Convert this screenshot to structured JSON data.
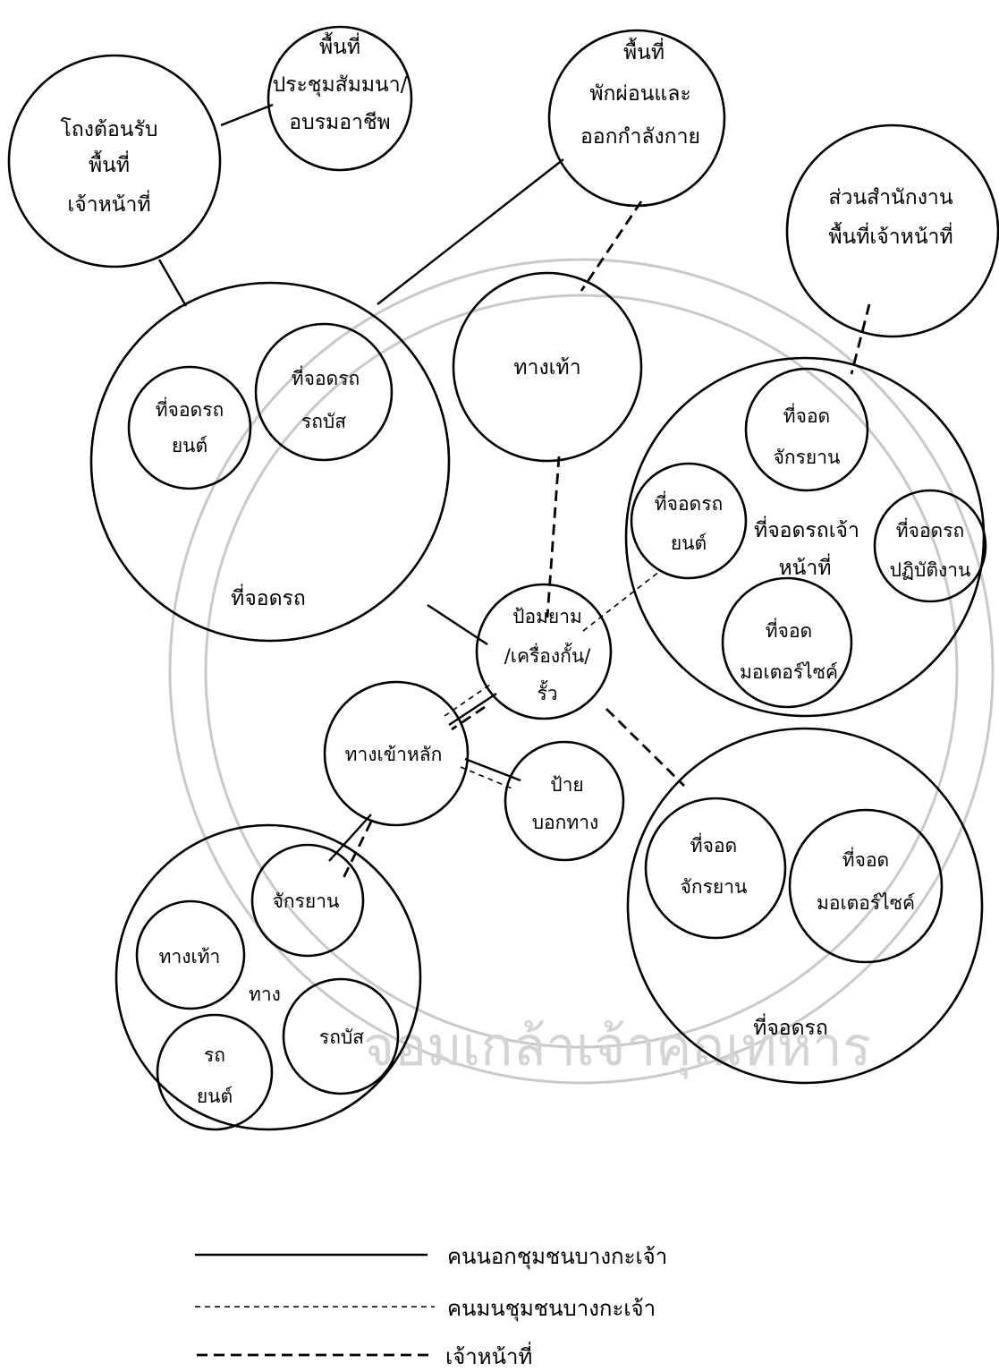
{
  "nodes": {
    "seminar": [
      "พื้นที่",
      "ประชุมสัมมนา/",
      "อบรมอาชีพ"
    ],
    "reception": [
      "โถงต้อนรับ",
      "พื้นที่",
      "เจ้าหน้าที่"
    ],
    "rest": [
      "พื้นที่",
      "พักผ่อนและ",
      "ออกกำลังกาย"
    ],
    "office": [
      "ส่วนสำนักงาน",
      "พื้นที่เจ้าหน้าที่"
    ],
    "parking_left": [
      "ที่จอดรถ"
    ],
    "car_parking_left": [
      "ที่จอดรถ",
      "ยนต์"
    ],
    "bus_parking": [
      "ที่จอดรถ",
      "รถบัส"
    ],
    "walkway_top": [
      "ทางเท้า"
    ],
    "staff_parking": [
      "ที่จอดรถเจ้า",
      "หน้าที่"
    ],
    "staff_bicycle": [
      "ที่จอด",
      "จักรยาน"
    ],
    "staff_car": [
      "ที่จอดรถ",
      "ยนต์"
    ],
    "staff_work_vehicle": [
      "ที่จอดรถ",
      "ปฏิบัติงาน"
    ],
    "staff_motorcycle": [
      "ที่จอด",
      "มอเตอร์ไซค์"
    ],
    "guard": [
      "ป้อมยาม",
      "/เครื่องกั้น/",
      "รั้ว"
    ],
    "main_entrance": [
      "ทางเข้าหลัก"
    ],
    "signpost": [
      "ป้าย",
      "บอกทาง"
    ],
    "parking_right": [
      "ที่จอดรถ"
    ],
    "bicycle_right": [
      "ที่จอด",
      "จักรยาน"
    ],
    "motorcycle_right": [
      "ที่จอด",
      "มอเตอร์ไซค์"
    ],
    "paths": [
      "ทาง"
    ],
    "path_walk": [
      "ทางเท้า"
    ],
    "path_bicycle": [
      "จักรยาน"
    ],
    "path_bus": [
      "รถบัส"
    ],
    "path_car": [
      "รถ",
      "ยนต์"
    ]
  },
  "legend": {
    "outsiders": "คนนอกชุมชนบางกะเจ้า",
    "insiders": "คนมนชุมชนบางกะเจ้า",
    "staff": "เจ้าหน้าที่"
  },
  "watermark": "จอมเกล้าเจ้าคุณทหาร"
}
